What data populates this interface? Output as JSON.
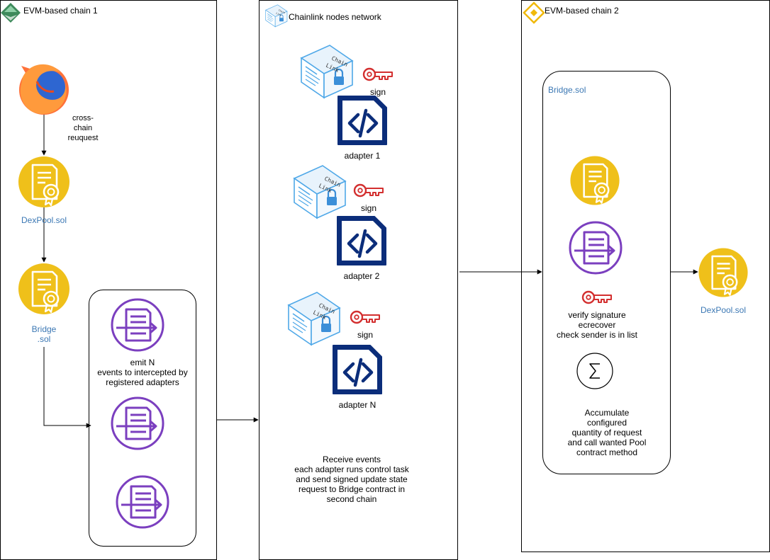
{
  "colors": {
    "contract_yellow": "#EFC01A",
    "contract_white": "#FFFFFF",
    "event_purple": "#7B3FBF",
    "adapter_navy": "#0B2D7A",
    "key_red": "#D32F2F",
    "chainlink_blue": "#4FA8E8",
    "link_text": "#3C78B4",
    "binance_gold": "#F0B90B",
    "evm_green": "#3D8A5B",
    "firefox_orange": "#FF7139",
    "firefox_blue": "#2E66D1"
  },
  "chain1": {
    "title": "EVM-based chain 1",
    "title_icon": "evm-chain-icon",
    "browser_icon": "firefox-icon",
    "request_label": "cross-\nchain\nreuquest",
    "dexpool_label": "DexPool.sol",
    "bridge_label": "Bridge\n.sol",
    "events_label": "emit N\nevents to intercepted by\nregistered adapters"
  },
  "chainlink": {
    "title": "Chainlink nodes network",
    "title_icon": "chainlink-icon",
    "adapters": [
      {
        "label": "adapter 1",
        "sign": "sign"
      },
      {
        "label": "adapter 2",
        "sign": "sign"
      },
      {
        "label": "adapter N",
        "sign": "sign"
      }
    ],
    "description": "Receive events\neach adapter runs control task\nand send signed update state\nrequest to Bridge contract in\nsecond chain"
  },
  "chain2": {
    "title": "EVM-based chain 2",
    "title_icon": "binance-icon",
    "bridge_title": "Bridge.sol",
    "verify_label": "verify signature\necrecover\ncheck sender is in list",
    "accumulate_label": "Accumulate\nconfigured\nquantity of request\nand call wanted Pool\ncontract method",
    "dexpool_label": "DexPool.sol"
  }
}
